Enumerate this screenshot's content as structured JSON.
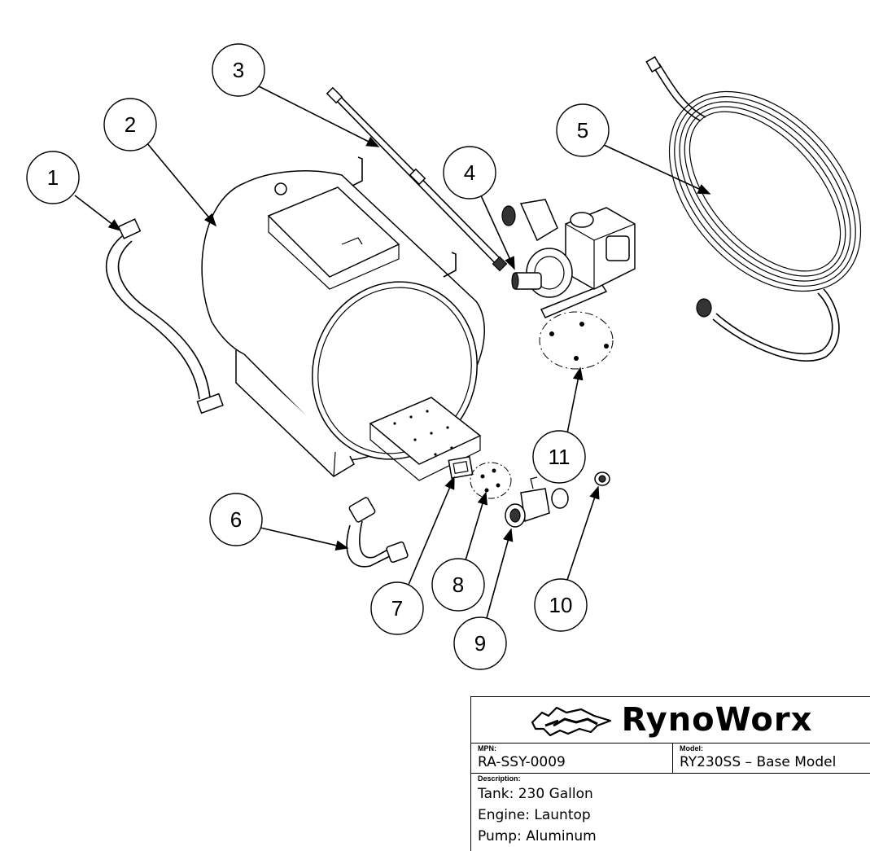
{
  "callouts": [
    "1",
    "2",
    "3",
    "4",
    "5",
    "6",
    "7",
    "8",
    "9",
    "10",
    "11"
  ],
  "title_block": {
    "brand": "RynoWorx",
    "mpn_label": "MPN:",
    "mpn_value": "RA-SSY-0009",
    "model_label": "Model:",
    "model_value": "RY230SS – Base Model",
    "description_label": "Description:",
    "description_lines": [
      "Tank: 230 Gallon",
      "Engine: Launtop",
      "Pump: Aluminum"
    ]
  }
}
